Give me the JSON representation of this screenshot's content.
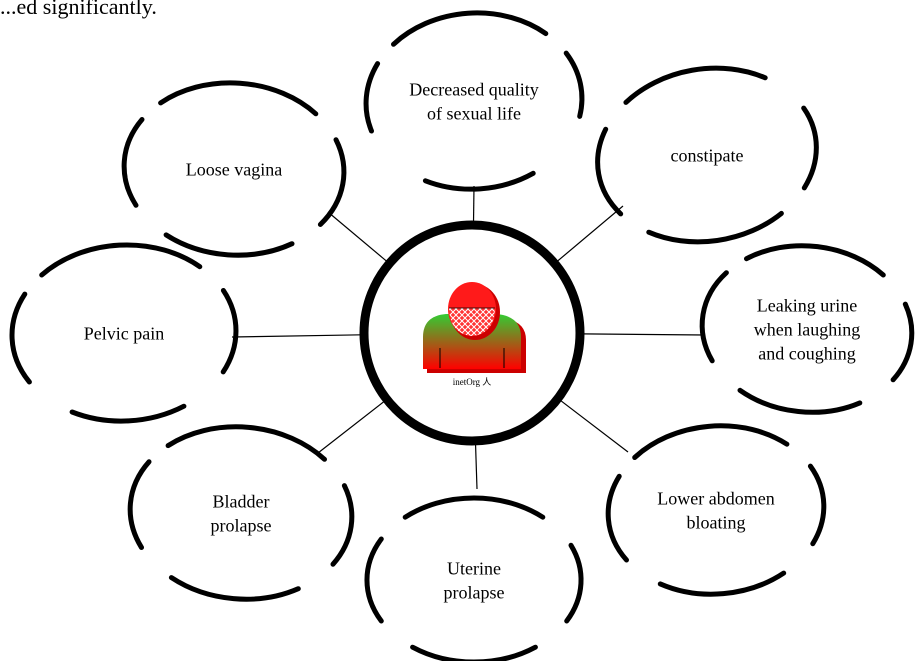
{
  "top_text": "...ed significantly.",
  "center": {
    "caption": "inetOrg 人",
    "colors": {
      "head": "#ff1a1a",
      "body_top": "#33cc33",
      "body_bottom": "#ff0000",
      "shadow": "#cc0000"
    }
  },
  "nodes": [
    {
      "id": "decreased-quality-of-sexual-life",
      "lines": [
        "Decreased quality",
        "of sexual life"
      ]
    },
    {
      "id": "constipate",
      "lines": [
        "constipate"
      ]
    },
    {
      "id": "leaking-urine",
      "lines": [
        "Leaking urine",
        "when laughing",
        "and coughing"
      ]
    },
    {
      "id": "lower-abdomen-bloating",
      "lines": [
        "Lower abdomen",
        "bloating"
      ]
    },
    {
      "id": "uterine-prolapse",
      "lines": [
        "Uterine",
        "prolapse"
      ]
    },
    {
      "id": "bladder-prolapse",
      "lines": [
        "Bladder",
        "prolapse"
      ]
    },
    {
      "id": "pelvic-pain",
      "lines": [
        "Pelvic pain"
      ]
    },
    {
      "id": "loose-vagina",
      "lines": [
        "Loose vagina"
      ]
    }
  ]
}
